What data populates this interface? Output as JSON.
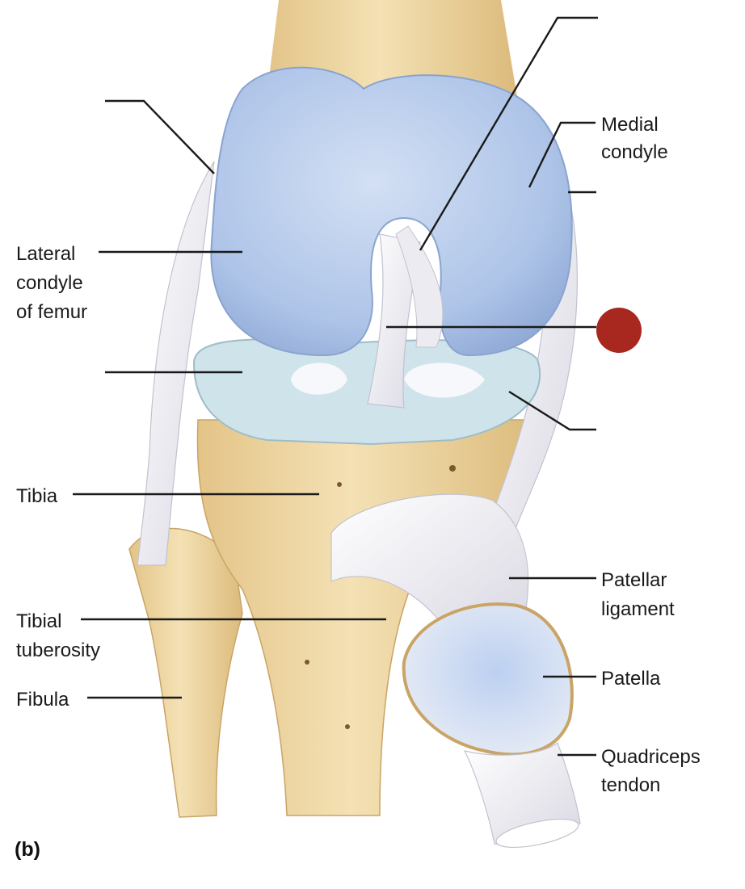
{
  "figure": {
    "panel_label": "(b)",
    "colors": {
      "bone": "#efd7a4",
      "bone_shadow": "#d9b677",
      "cartilage": "#b9cdec",
      "meniscus": "#cfe3ea",
      "ligament": "#f3f1f6",
      "marker": "#a8271f"
    }
  },
  "labels": {
    "medial_condyle": [
      "Medial",
      "condyle"
    ],
    "lateral_condyle": [
      "Lateral",
      "condyle",
      "of femur"
    ],
    "tibia": [
      "Tibia"
    ],
    "tibial_tuberosity": [
      "Tibial",
      "tuberosity"
    ],
    "fibula": [
      "Fibula"
    ],
    "patellar_ligament": [
      "Patellar",
      "ligament"
    ],
    "patella": [
      "Patella"
    ],
    "quadriceps_tendon": [
      "Quadriceps",
      "tendon"
    ]
  },
  "marker": {
    "icon": "red-circle-marker"
  }
}
